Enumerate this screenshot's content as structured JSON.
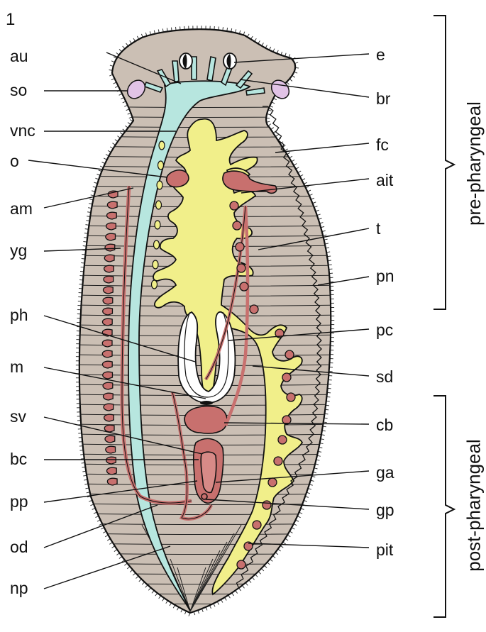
{
  "figure_number": "1",
  "labels_left": [
    "au",
    "so",
    "vnc",
    "o",
    "am",
    "yg",
    "ph",
    "m",
    "sv",
    "bc",
    "pp",
    "od",
    "np"
  ],
  "labels_right": [
    "e",
    "br",
    "fc",
    "ait",
    "t",
    "pn",
    "pc",
    "sd",
    "cb",
    "ga",
    "gp",
    "pit"
  ],
  "regions": [
    "pre-pharyngeal",
    "post-pharyngeal"
  ],
  "colors": {
    "body": "#cbbfb4",
    "nerve_cord": "#b7e6df",
    "gut": "#f1ef8a",
    "reproductive": "#c8706e",
    "sensory_organ": "#e1c3e6",
    "outline": "#111111"
  }
}
